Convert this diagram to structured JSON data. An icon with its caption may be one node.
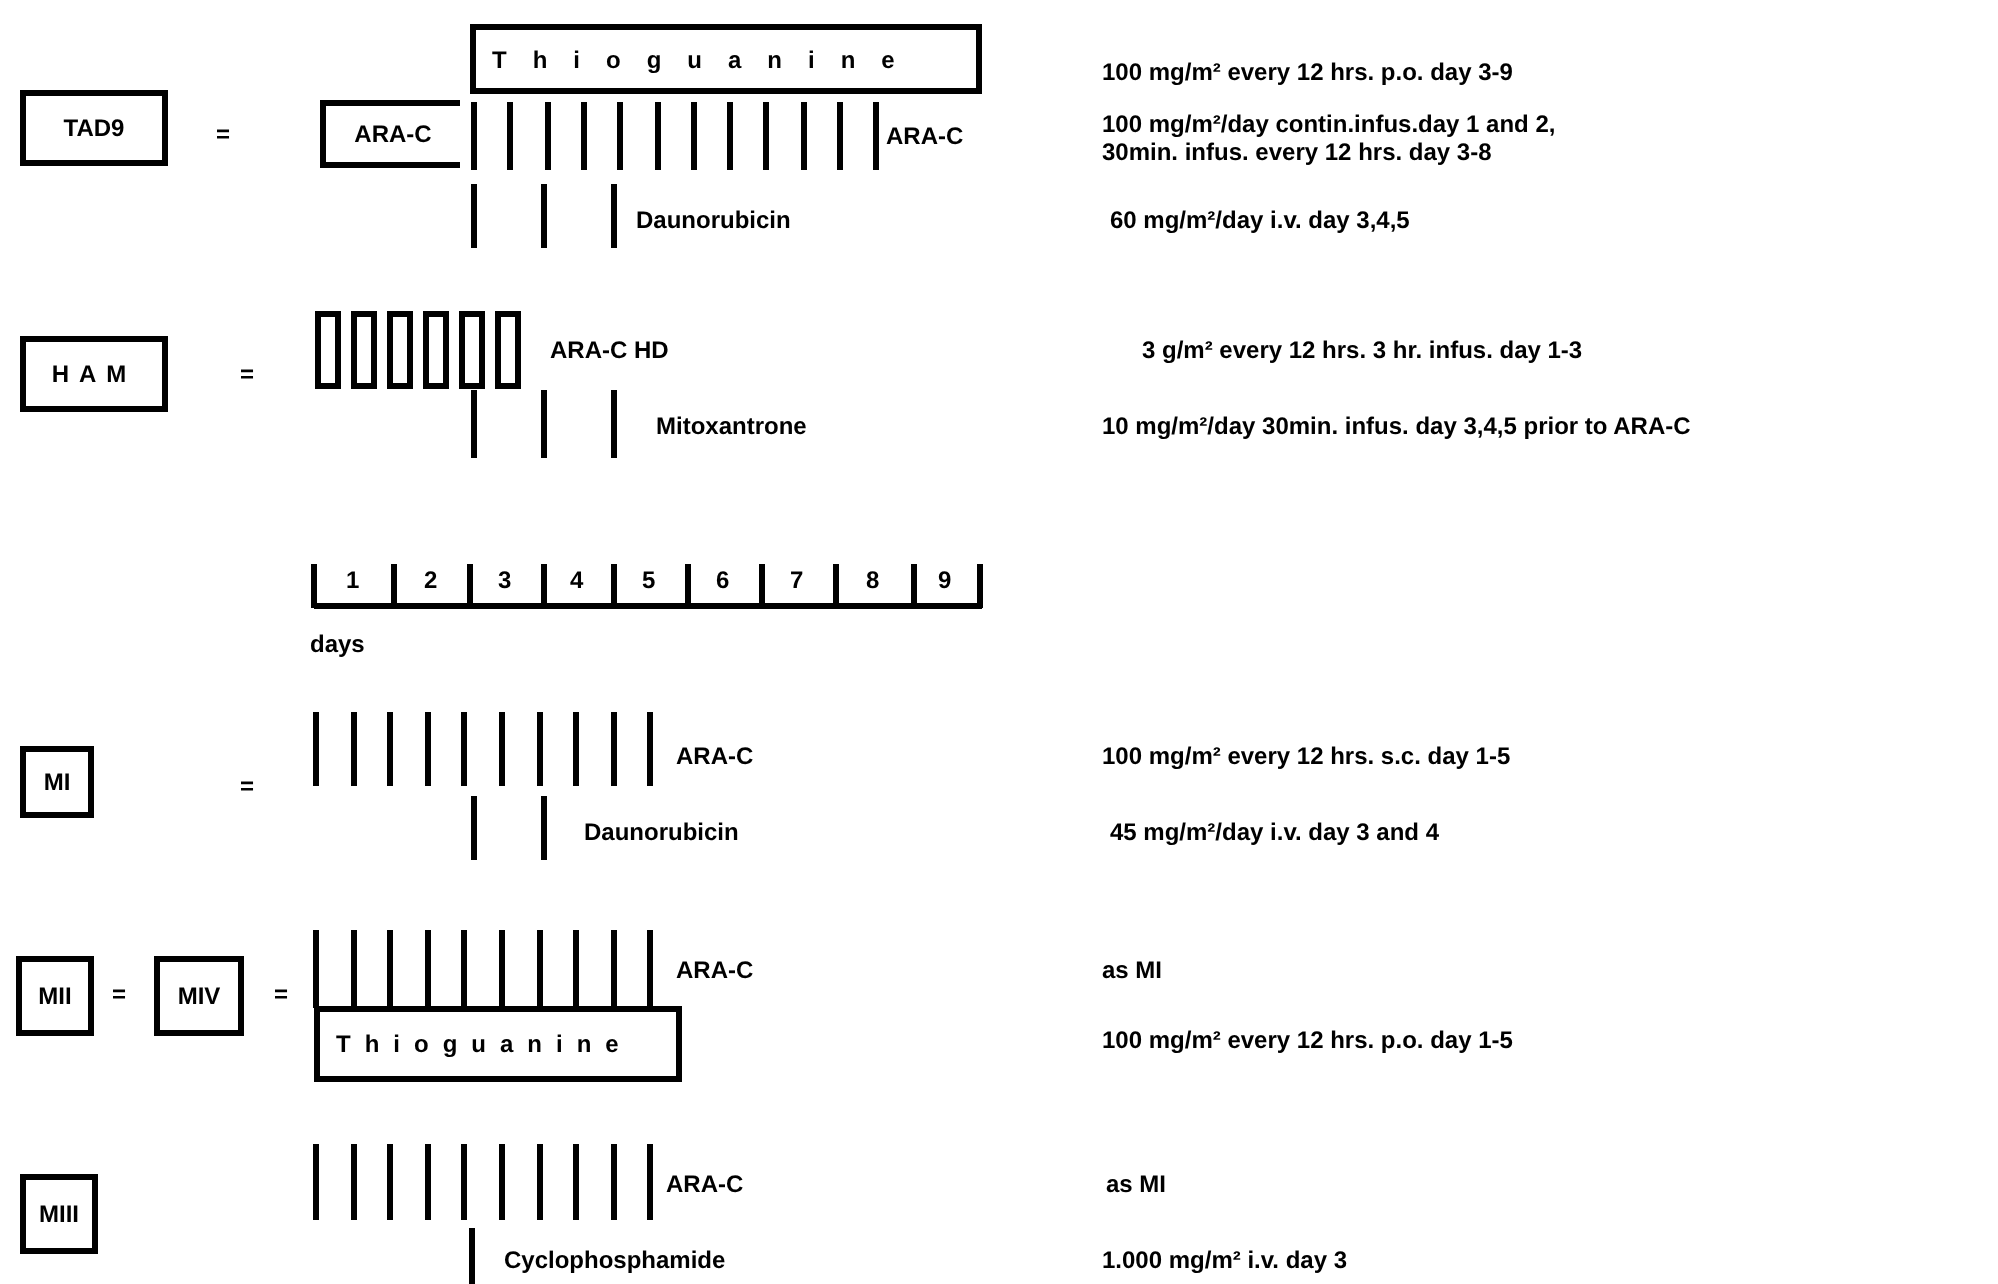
{
  "diagram": {
    "nodes": [
      {
        "text": [
          "Thioguanine"
        ]
      },
      {
        "text": [
          "TAD9"
        ]
      },
      {
        "text": [
          "ARA-C"
        ]
      },
      {
        "text": [
          "HAM"
        ]
      },
      {
        "text": [
          "MI"
        ]
      },
      {
        "text": [
          "MII"
        ]
      },
      {
        "text": [
          "MIV"
        ]
      },
      {
        "text": [
          "Thioguanine"
        ]
      },
      {
        "text": [
          "MIII"
        ]
      }
    ],
    "labels": [
      "100 mg/m² every 12 hrs. p.o. day 3-9",
      "=",
      "ARA-C",
      "100 mg/m²/day contin.infus.day 1 and 2, 30min. infus. every 12 hrs. day 3-8",
      "Daunorubicin",
      "60 mg/m²/day i.v. day 3,4,5",
      "=",
      "ARA-C HD",
      "3 g/m² every 12 hrs. 3 hr. infus. day 1-3",
      "Mitoxantrone",
      "10 mg/m²/day 30min. infus. day 3,4,5 prior to ARA-C",
      "1",
      "2",
      "3",
      "4",
      "5",
      "6",
      "7",
      "8",
      "9",
      "days",
      "=",
      "ARA-C",
      "100 mg/m² every 12 hrs. s.c. day 1-5",
      "Daunorubicin",
      "45 mg/m²/day i.v. day 3 and 4",
      "=",
      "=",
      "ARA-C",
      "as MI",
      "100 mg/m² every 12 hrs. p.o. day 1-5",
      "ARA-C",
      "as MI",
      "Cyclophosphamide",
      "1.000 mg/m² i.v. day 3"
    ]
  }
}
